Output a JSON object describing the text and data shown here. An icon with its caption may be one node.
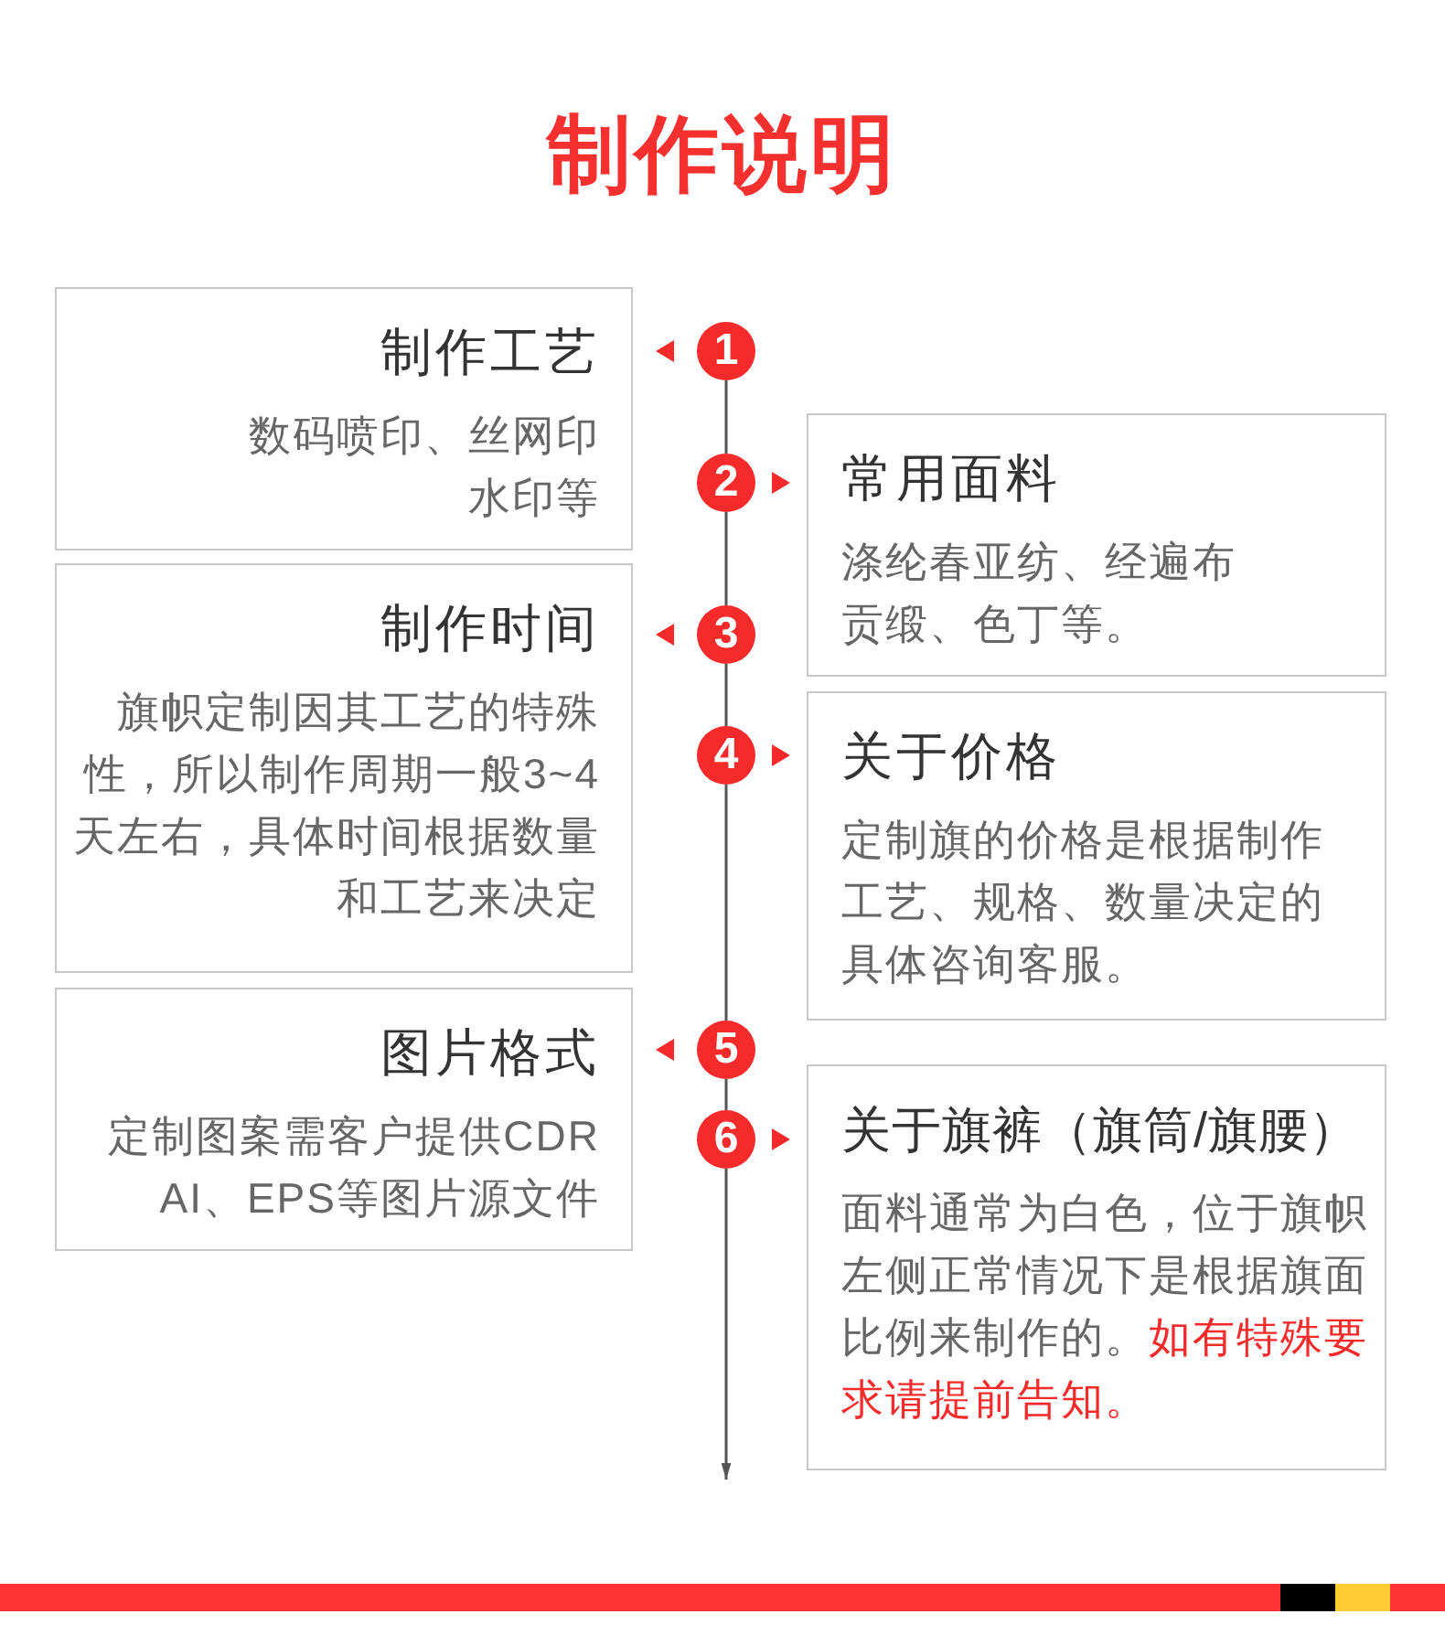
{
  "diagram": {
    "title": "制作说明",
    "nodes": [
      {
        "text": [
          "制作工艺",
          "数码喷印、丝网印水印等"
        ]
      },
      {
        "text": [
          "常用面料",
          "涤纶春亚纺、经遍布贡缎、色丁等。"
        ]
      },
      {
        "text": [
          "制作时间",
          "旗帜定制因其工艺的特殊性，所以制作周期一般3~4天左右，具体时间根据数量和工艺来决定"
        ]
      },
      {
        "text": [
          "关于价格",
          "定制旗的价格是根据制作工艺、规格、数量决定的具体咨询客服。"
        ]
      },
      {
        "text": [
          "图片格式",
          "定制图案需客户提供CDR AI、EPS等图片源文件"
        ]
      },
      {
        "text": [
          "关于旗裤（旗筒/旗腰）",
          "面料通常为白色，位于旗帜左侧正常情况下是根据旗面比例来制作的。",
          "如有特殊要求请提前告知。"
        ]
      },
      {
        "text": [
          "1"
        ]
      },
      {
        "text": [
          "2"
        ]
      },
      {
        "text": [
          "3"
        ]
      },
      {
        "text": [
          "4"
        ]
      },
      {
        "text": [
          "5"
        ]
      },
      {
        "text": [
          "6"
        ]
      }
    ],
    "edges": [
      {
        "from": 6,
        "to": 0,
        "arrow": "to"
      },
      {
        "from": 7,
        "to": 1,
        "arrow": "to"
      },
      {
        "from": 8,
        "to": 2,
        "arrow": "to"
      },
      {
        "from": 9,
        "to": 3,
        "arrow": "to"
      },
      {
        "from": 10,
        "to": 4,
        "arrow": "to"
      },
      {
        "from": 11,
        "to": 5,
        "arrow": "to"
      },
      {
        "from": 6,
        "to": 7,
        "arrow": "none"
      },
      {
        "from": 7,
        "to": 8,
        "arrow": "none"
      },
      {
        "from": 8,
        "to": 9,
        "arrow": "none"
      },
      {
        "from": 9,
        "to": 10,
        "arrow": "none"
      },
      {
        "from": 10,
        "to": 11,
        "arrow": "none"
      },
      {
        "from": 11,
        "to": null,
        "arrow": "to"
      }
    ]
  }
}
